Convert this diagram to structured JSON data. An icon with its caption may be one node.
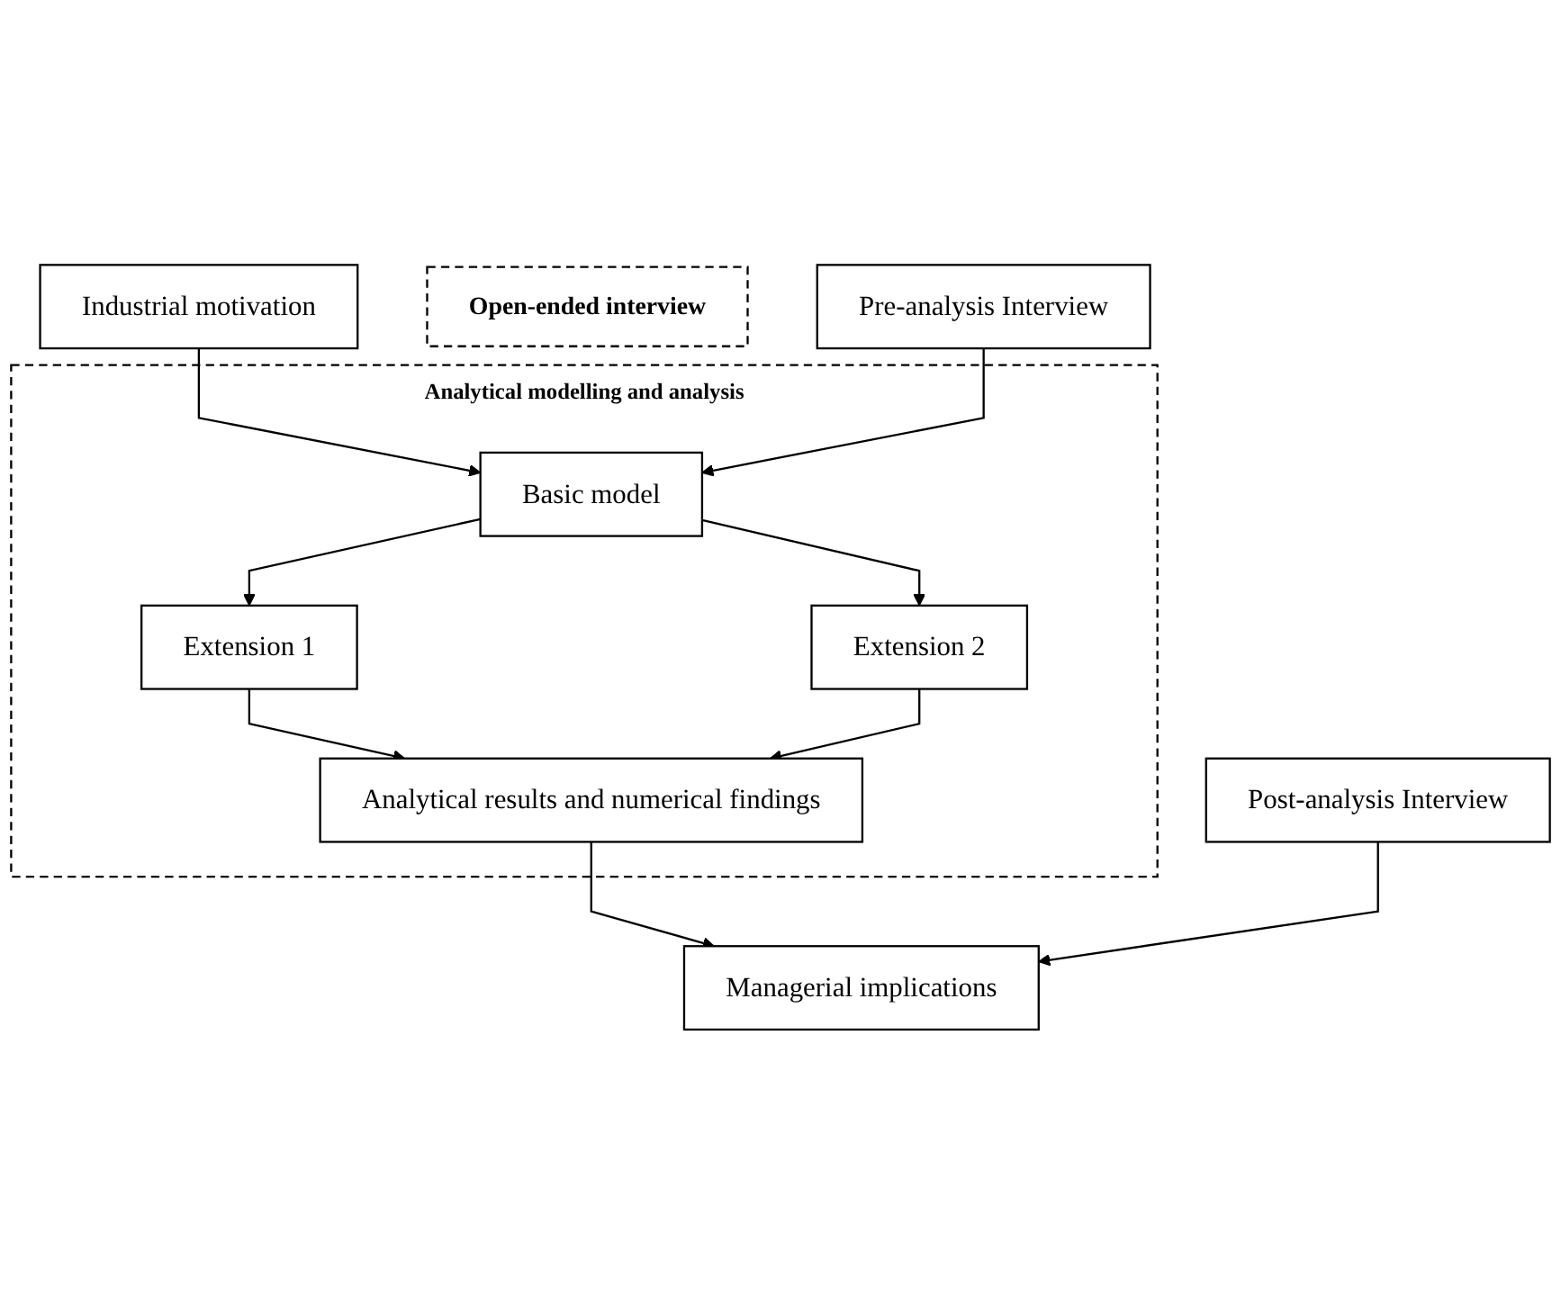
{
  "diagram": {
    "nodes": [
      {
        "text": [
          "Industrial motivation"
        ]
      },
      {
        "text": [
          "Open-ended interview"
        ]
      },
      {
        "text": [
          "Pre-analysis Interview"
        ]
      },
      {
        "text": [
          "Post-analysis Interview"
        ]
      },
      {
        "text": [
          "Analytical modelling and analysis"
        ]
      },
      {
        "text": [
          "Basic model"
        ],
        "in": 4
      },
      {
        "text": [
          "Extension 1"
        ],
        "in": 4
      },
      {
        "text": [
          "Extension 2"
        ],
        "in": 4
      },
      {
        "text": [
          "Analytical results and numerical findings"
        ],
        "in": 4
      },
      {
        "text": [
          "Managerial implications"
        ]
      }
    ],
    "edges": [
      {
        "from": 0,
        "to": 5,
        "arrow": "to"
      },
      {
        "from": 2,
        "to": 5,
        "arrow": "to"
      },
      {
        "from": 5,
        "to": 6,
        "arrow": "to"
      },
      {
        "from": 5,
        "to": 7,
        "arrow": "to"
      },
      {
        "from": 6,
        "to": 8,
        "arrow": "to"
      },
      {
        "from": 7,
        "to": 8,
        "arrow": "to"
      },
      {
        "from": 8,
        "to": 9,
        "arrow": "to"
      },
      {
        "from": 3,
        "to": 9,
        "arrow": "to"
      }
    ]
  }
}
